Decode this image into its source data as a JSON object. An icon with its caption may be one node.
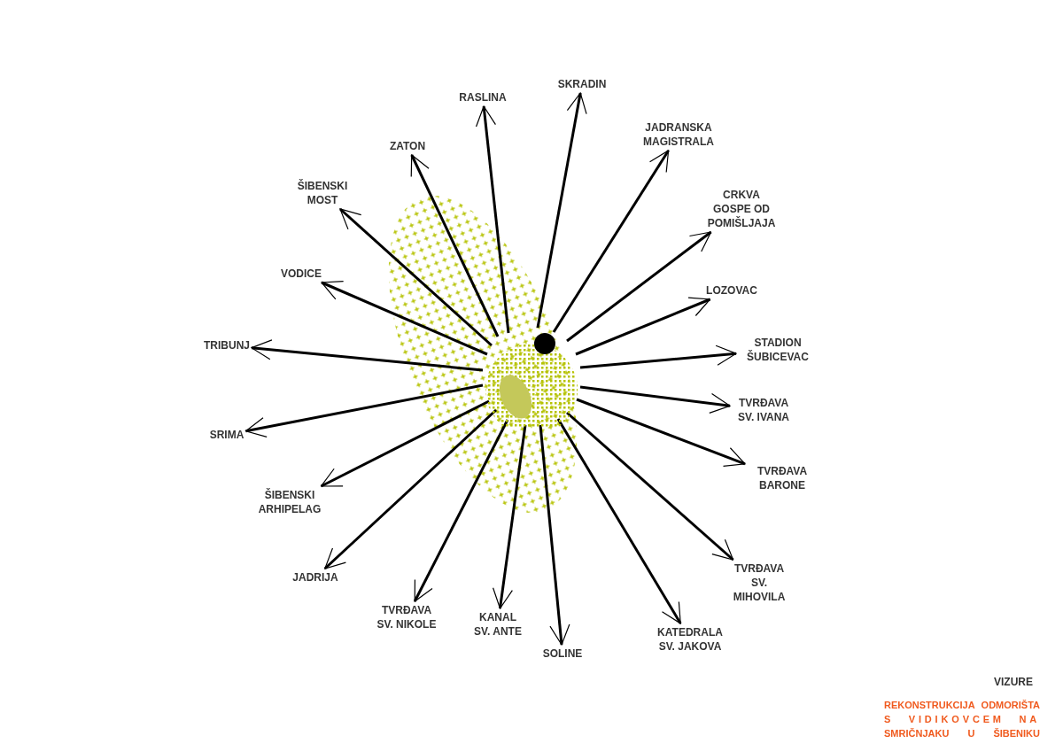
{
  "diagram": {
    "nodes": [
      {
        "text": [
          "SKRADIN"
        ]
      },
      {
        "text": [
          "RASLINA"
        ]
      },
      {
        "text": [
          "JADRANSKA MAGISTRALA"
        ]
      },
      {
        "text": [
          "ZATON"
        ]
      },
      {
        "text": [
          "ŠIBENSKI MOST"
        ]
      },
      {
        "text": [
          "CRKVA GOSPE OD POMIŠLJAJA"
        ]
      },
      {
        "text": [
          "VODICE"
        ]
      },
      {
        "text": [
          "LOZOVAC"
        ]
      },
      {
        "text": [
          "TRIBUNJ"
        ]
      },
      {
        "text": [
          "STADION ŠUBICEVAC"
        ]
      },
      {
        "text": [
          "TVRĐAVA SV. IVANA"
        ]
      },
      {
        "text": [
          "SRIMA"
        ]
      },
      {
        "text": [
          "TVRĐAVA BARONE"
        ]
      },
      {
        "text": [
          "ŠIBENSKI ARHIPELAG"
        ]
      },
      {
        "text": [
          "JADRIJA"
        ]
      },
      {
        "text": [
          "TVRĐAVA SV.  MIHOVILA"
        ]
      },
      {
        "text": [
          "TVRĐAVA SV. NIKOLE"
        ]
      },
      {
        "text": [
          "KANAL SV. ANTE"
        ]
      },
      {
        "text": [
          "KATEDRALA SV. JAKOVA"
        ]
      },
      {
        "text": [
          "SOLINE"
        ]
      },
      {
        "text": [],
        "shape": "picture"
      }
    ],
    "edges": [
      {
        "from": 20,
        "to": 0,
        "arrow": "to"
      },
      {
        "from": 20,
        "to": 1,
        "arrow": "to"
      },
      {
        "from": 20,
        "to": 2,
        "arrow": "to"
      },
      {
        "from": 20,
        "to": 3,
        "arrow": "to"
      },
      {
        "from": 20,
        "to": 4,
        "arrow": "to"
      },
      {
        "from": 20,
        "to": 5,
        "arrow": "to"
      },
      {
        "from": 20,
        "to": 6,
        "arrow": "to"
      },
      {
        "from": 20,
        "to": 7,
        "arrow": "to"
      },
      {
        "from": 20,
        "to": 8,
        "arrow": "to"
      },
      {
        "from": 20,
        "to": 9,
        "arrow": "to"
      },
      {
        "from": 20,
        "to": 10,
        "arrow": "to"
      },
      {
        "from": 20,
        "to": 11,
        "arrow": "to"
      },
      {
        "from": 20,
        "to": 12,
        "arrow": "to"
      },
      {
        "from": 20,
        "to": 13,
        "arrow": "to"
      },
      {
        "from": 20,
        "to": 14,
        "arrow": "to"
      },
      {
        "from": 20,
        "to": 15,
        "arrow": "to"
      },
      {
        "from": 20,
        "to": 16,
        "arrow": "to"
      },
      {
        "from": 20,
        "to": 17,
        "arrow": "to"
      },
      {
        "from": 20,
        "to": 18,
        "arrow": "to"
      },
      {
        "from": 20,
        "to": 19,
        "arrow": "to"
      }
    ],
    "labels": [
      "VIZURE",
      "REKONSTRUKCIJA ODMORIŠTA",
      "S VIDIKOVCEM NA",
      "SMRIČNJAKU U ŠIBENIKU"
    ]
  }
}
